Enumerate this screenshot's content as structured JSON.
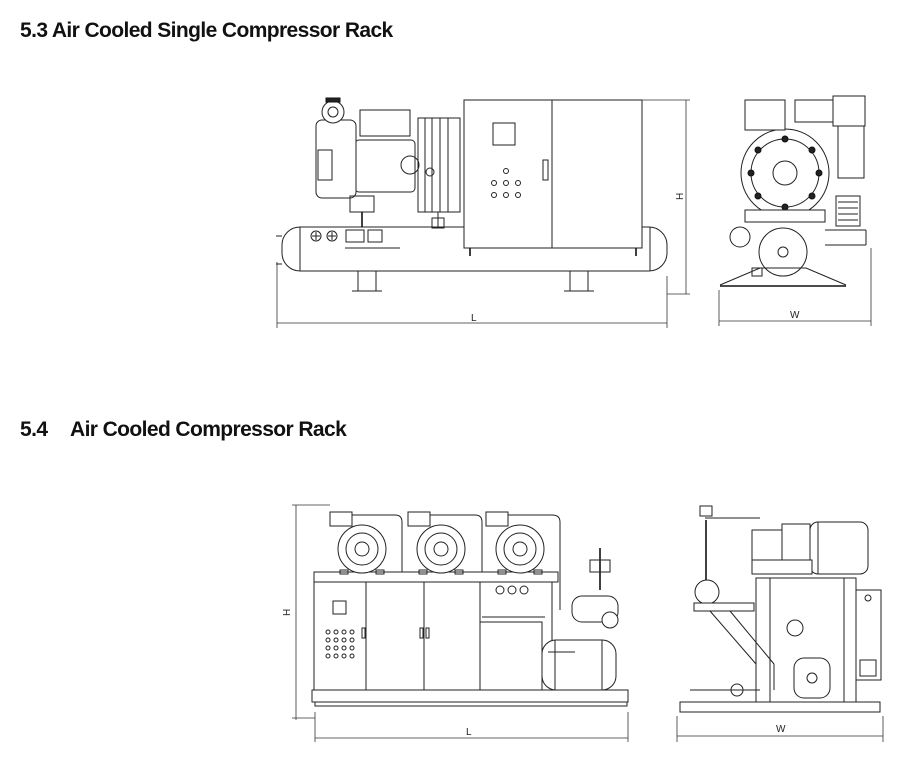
{
  "section_53": {
    "title": "5.3 Air Cooled Single Compressor Rack"
  },
  "section_54": {
    "number": "5.4",
    "title": "Air Cooled Compressor Rack"
  },
  "dimension_labels": {
    "length": "L",
    "width": "W",
    "height": "H"
  },
  "colors": {
    "line": "#222222",
    "background": "#ffffff"
  }
}
